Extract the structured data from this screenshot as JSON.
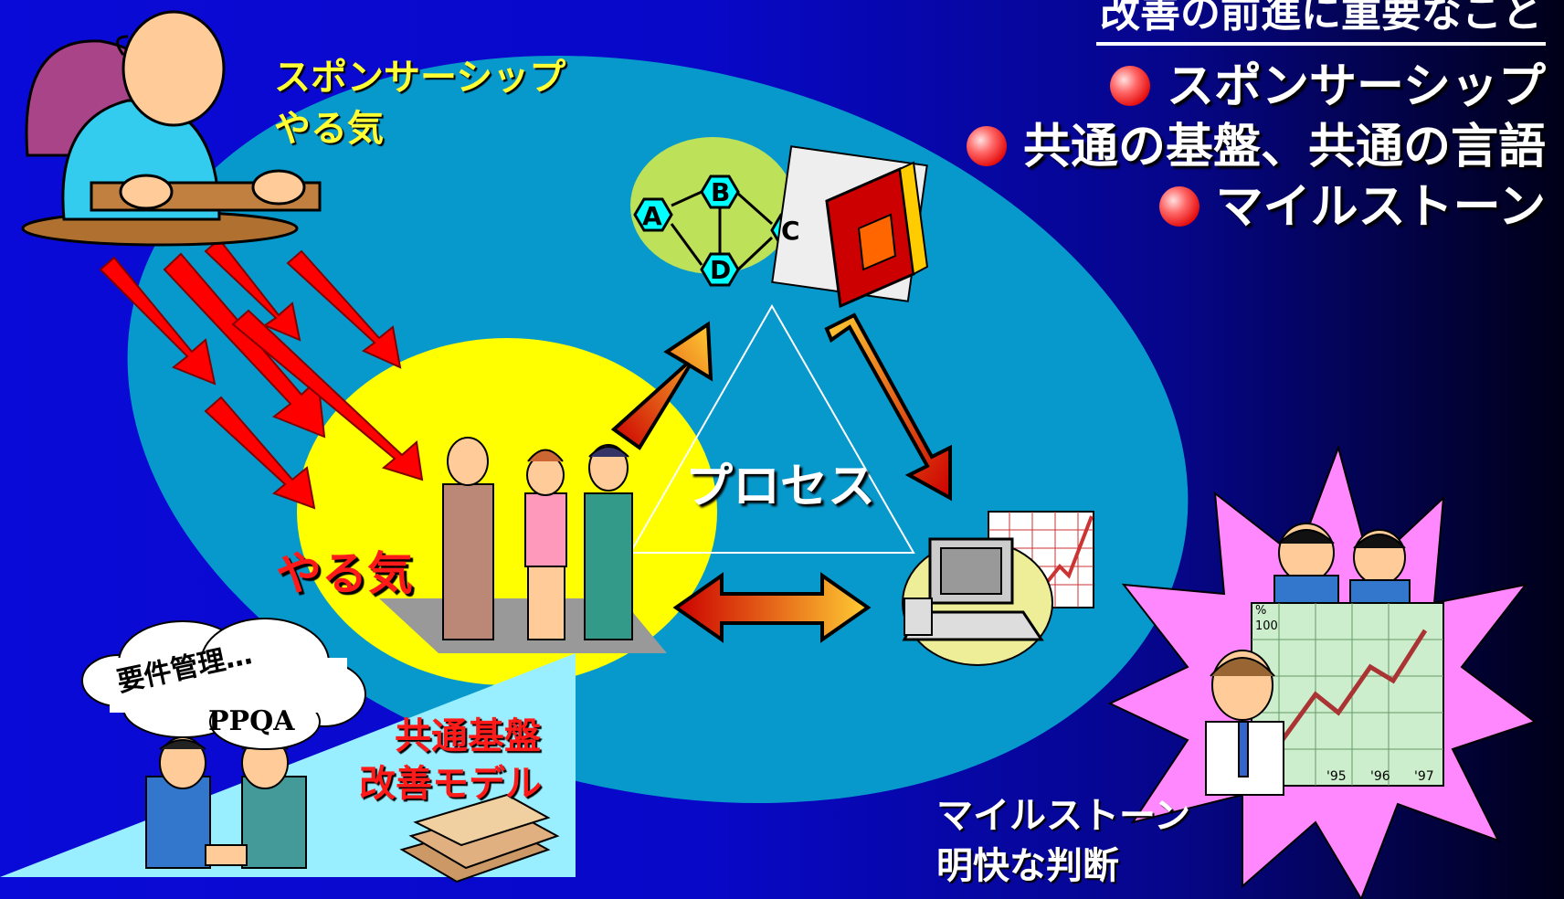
{
  "header": {
    "title": "改善の前進に重要なこと"
  },
  "bullets": [
    "スポンサーシップ",
    "共通の基盤、共通の言語",
    "マイルストーン"
  ],
  "labels": {
    "sponsor_line1": "スポンサーシップ",
    "sponsor_line2": "やる気",
    "motivation": "やる気",
    "process": "プロセス",
    "cloud_line1": "要件管理…",
    "cloud_line2": "PPQA",
    "common_line1": "共通基盤",
    "common_line2": "改善モデル",
    "milestone_line1": "マイルストーン",
    "milestone_line2": "明快な判断"
  },
  "flow_nodes": [
    "A",
    "B",
    "C",
    "D"
  ],
  "chart_inset": {
    "unit": "%",
    "y_tick": "100",
    "x_ticks": [
      "'95",
      "'96",
      "'97"
    ]
  },
  "colors": {
    "ellipse": "#0899cc",
    "spotlight": "#ffff00",
    "arrow_red": "#ff0000",
    "bullet_red": "#e00000",
    "star_pink": "#ff88ff"
  }
}
